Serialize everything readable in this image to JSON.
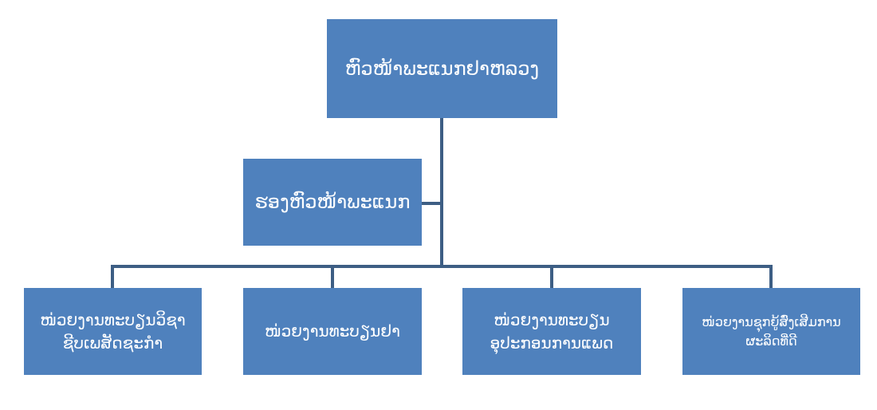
{
  "org_chart": {
    "director": {
      "label": "ຫົວໜ້າພະແນກຢາຫລວງ"
    },
    "deputy": {
      "label": "ຮອງຫົວໜ້າພະແນກ"
    },
    "units": [
      {
        "label": "ໜ່ວຍງານທະບຽນວິຊາ\nຊີບເພສັດຊະກຳ"
      },
      {
        "label": "ໜ່ວຍງານທະບຽນຢາ"
      },
      {
        "label": "ໜ່ວຍງານທະບຽນ\nອຸປະກອນການແພດ"
      },
      {
        "label": "ໜ່ວຍງານຊຸກຍູ້ສົ່ງເສີມການ\nຜະລິດທີ່ດີ"
      }
    ]
  },
  "colors": {
    "box_fill": "#4f81bd",
    "connector": "#3d5e84",
    "text": "#ffffff",
    "background": "#ffffff"
  }
}
